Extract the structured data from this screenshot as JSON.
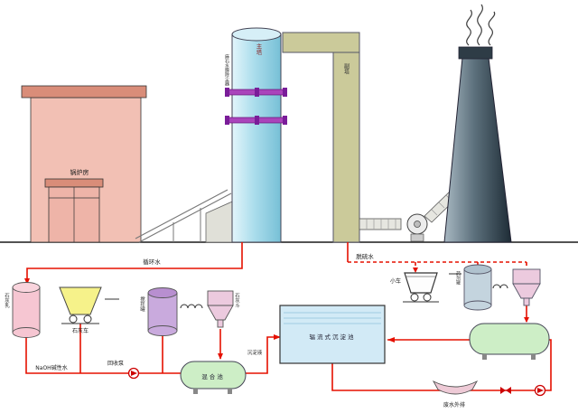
{
  "labels": {
    "boiler_house": "锅炉房",
    "main_tower": "主塔",
    "tower_side": "麻石水膜除尘器",
    "aux_tower": "副塔",
    "circulating_water": "循环水",
    "desulfurized_water": "脱硫水",
    "lime_milk": "石灰乳",
    "lime_cart": "石灰车",
    "dissolving_tank": "搅拌罐",
    "lime_hopper": "石灰斗",
    "recovery_pump": "回收泵",
    "naoh_water": "NaOH碱性水",
    "mixing_pool": "混合池",
    "sediment_liquid": "沉淀液",
    "sedimentation_pool": "辐流式沉淀池",
    "trolley": "小车",
    "chemical_tank": "药剂罐",
    "waste_discharge": "废水外排"
  },
  "colors": {
    "pipe_red": "#e51000",
    "building_pink": "#f2c0b4",
    "roof_salmon": "#d98d79",
    "tower_blue": "#aadcec",
    "band_purple": "#aa44bb",
    "frame_tan": "#cbca9a",
    "chimney_dark": "#24323c",
    "pool_blue": "#d2eaf6",
    "tank_green": "#cdeec6",
    "hopper_yellow": "#f6f28a",
    "tank_purple": "#c9aadd",
    "tank_pink": "#f6c6d2",
    "funnel_pink": "#eccade",
    "chemical_gray": "#c4d4de"
  }
}
